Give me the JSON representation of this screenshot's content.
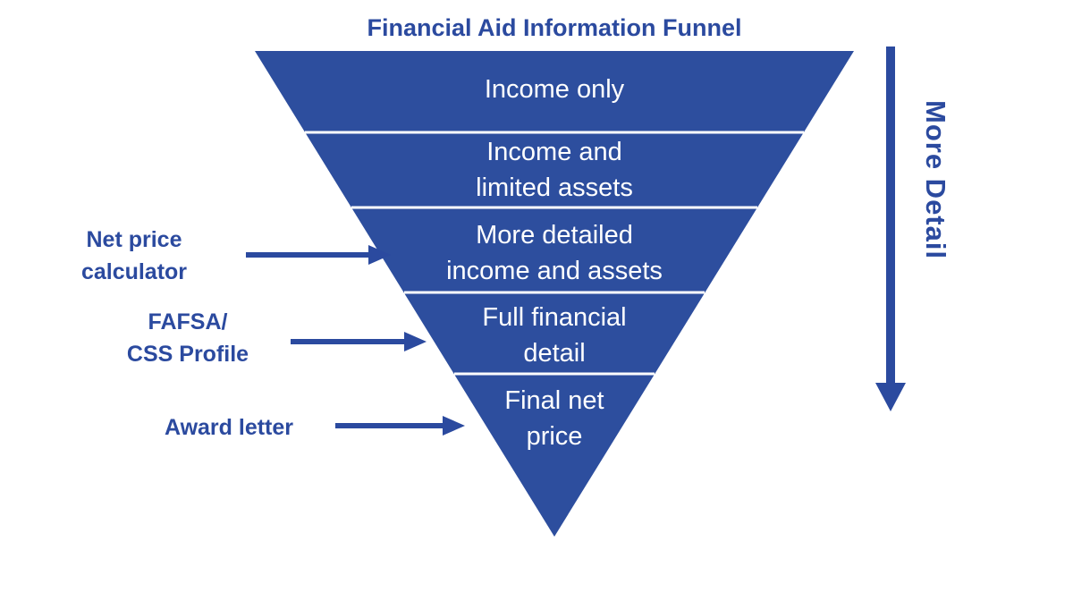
{
  "title": "Financial Aid Information Funnel",
  "funnel": {
    "layers": [
      {
        "label": "Income only"
      },
      {
        "label": "Income and\nlimited assets"
      },
      {
        "label": "More detailed\nincome and assets"
      },
      {
        "label": "Full financial\ndetail"
      },
      {
        "label": "Final net\nprice"
      }
    ]
  },
  "annotations": [
    {
      "label": "Net price\ncalculator"
    },
    {
      "label": "FAFSA/\nCSS Profile"
    },
    {
      "label": "Award letter"
    }
  ],
  "side_label": "More Detail",
  "colors": {
    "primary_blue": "#2d4e9e",
    "text_blue": "#2b4a9f",
    "funnel_text": "#ffffff",
    "background": "#ffffff"
  }
}
